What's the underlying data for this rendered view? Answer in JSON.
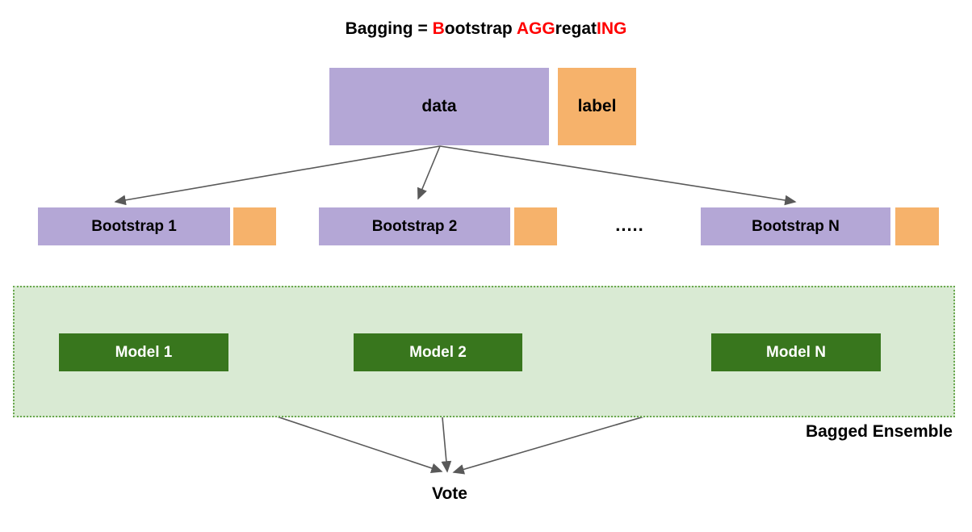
{
  "title": {
    "segments": [
      {
        "text": "Bagging = ",
        "color": "#000000"
      },
      {
        "text": "B",
        "color": "#ff0000"
      },
      {
        "text": "ootstrap ",
        "color": "#000000"
      },
      {
        "text": "AGG",
        "color": "#ff0000"
      },
      {
        "text": "regat",
        "color": "#000000"
      },
      {
        "text": "ING",
        "color": "#ff0000"
      }
    ]
  },
  "top_row": {
    "data_label": "data",
    "label_label": "label"
  },
  "bootstrap_row": {
    "items": [
      {
        "label": "Bootstrap 1"
      },
      {
        "label": "Bootstrap 2"
      },
      {
        "label": "Bootstrap N"
      }
    ],
    "ellipsis": "....."
  },
  "ensemble": {
    "models": [
      {
        "label": "Model 1"
      },
      {
        "label": "Model 2"
      },
      {
        "label": "Model N"
      }
    ],
    "caption": "Bagged Ensemble"
  },
  "vote_label": "Vote",
  "colors": {
    "purple": "#b4a7d6",
    "orange": "#f6b26b",
    "model_green": "#38761d",
    "ensemble_bg": "#d9ead3",
    "ensemble_border": "#6aa84f",
    "arrow": "#595959",
    "title_accent": "#ff0000",
    "text": "#000000"
  }
}
